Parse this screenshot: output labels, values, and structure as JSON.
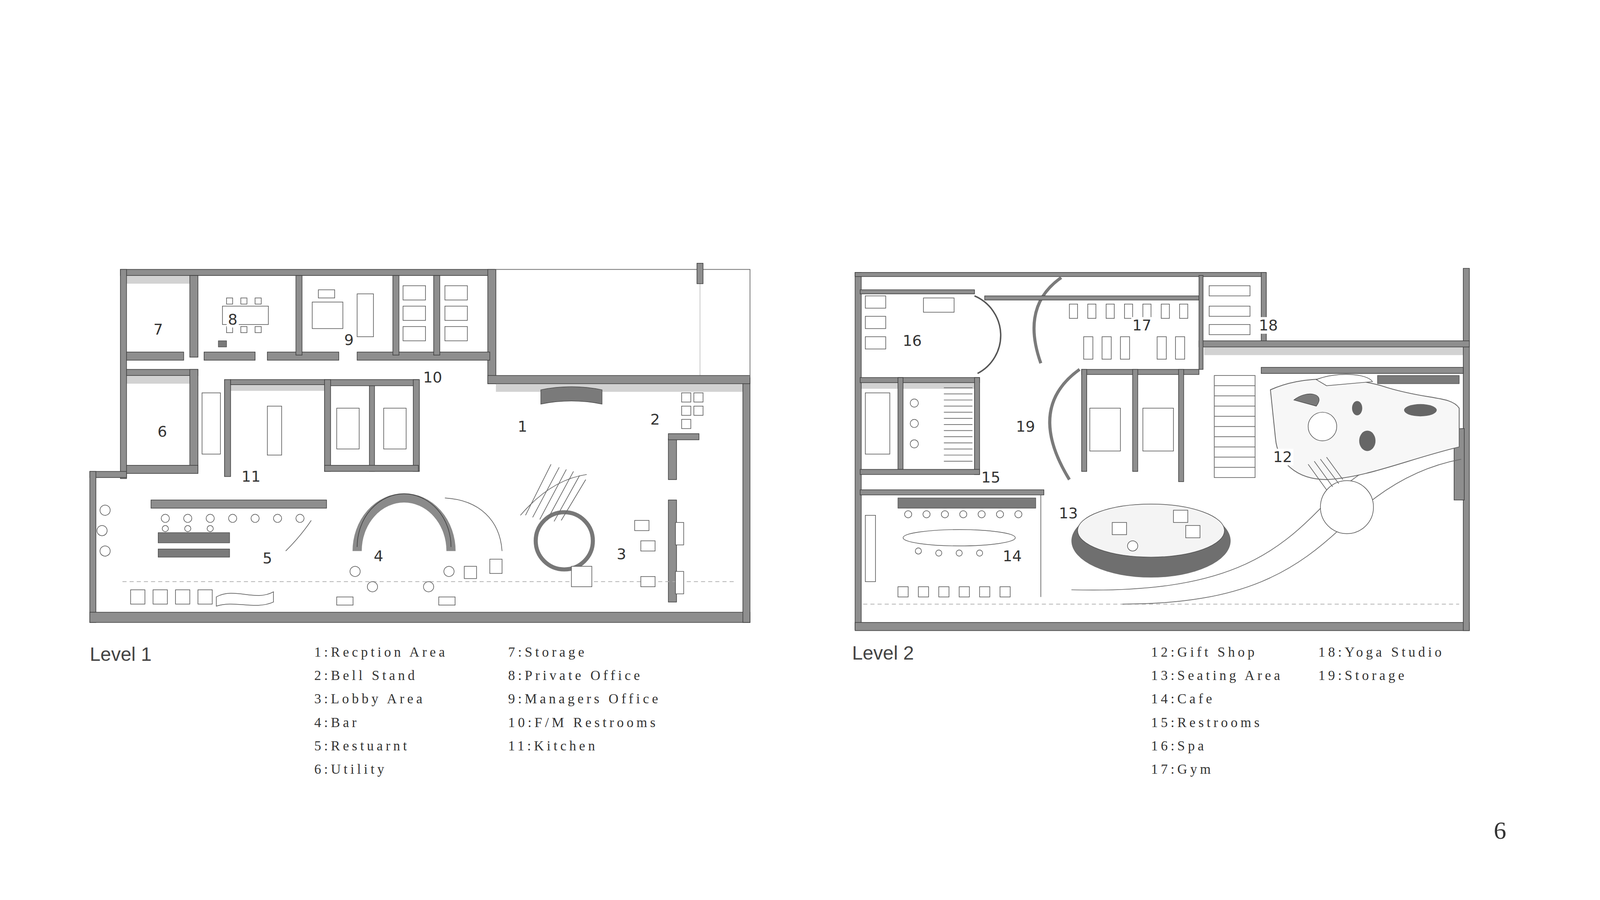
{
  "diagram": {
    "nodes": [
      {
        "text": [
          "Level 1"
        ]
      },
      {
        "text": [
          "Level 2"
        ]
      }
    ],
    "labels": [
      "7",
      "8",
      "9",
      "10",
      "2",
      "1",
      "6",
      "11",
      "5",
      "4",
      "3",
      "1:Recption Area",
      "2:Bell Stand",
      "3:Lobby Area",
      "4:Bar",
      "5:Restuarnt",
      "6:Utility",
      "7:Storage",
      "8:Private Office",
      "9:Managers Office",
      "10:F/M Restrooms",
      "11:Kitchen",
      "17",
      "18",
      "16",
      "19",
      "12",
      "15",
      "13",
      "14",
      "12:Gift Shop",
      "13:Seating Area",
      "14:Cafe",
      "15:Restrooms",
      "16:Spa",
      "17:Gym",
      "18:Yoga Studio",
      "19:Storage",
      "6"
    ]
  }
}
